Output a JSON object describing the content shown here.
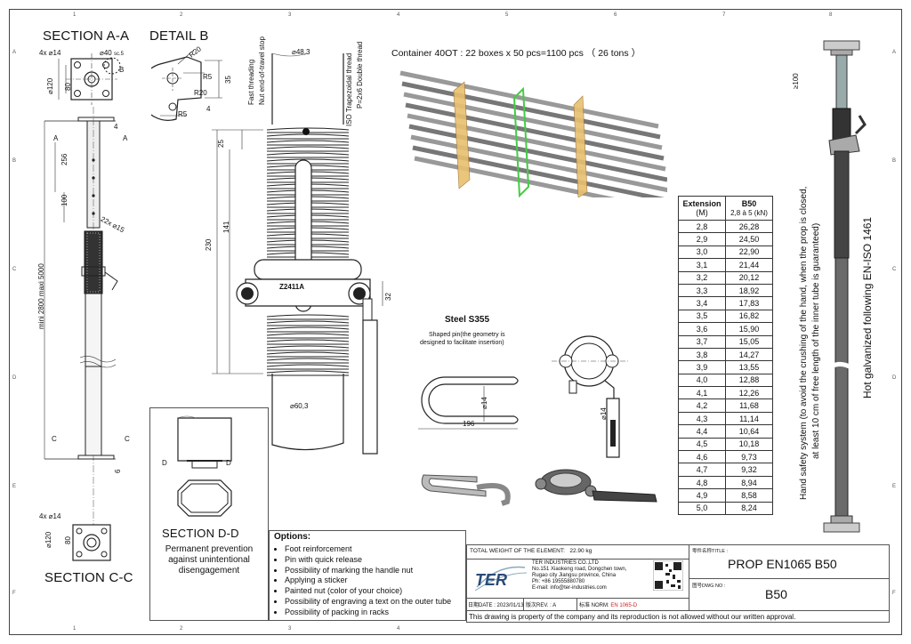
{
  "grid": {
    "columns": [
      "1",
      "2",
      "3",
      "4",
      "5",
      "6",
      "7",
      "8"
    ],
    "rows": [
      "A",
      "B",
      "C",
      "D",
      "E",
      "F"
    ]
  },
  "section_aa": {
    "title": "SECTION A-A",
    "holes": "4x ⌀14",
    "dia": "⌀40",
    "dia_note": "sc.5",
    "dim_120": "⌀120",
    "dim_80": "80",
    "ref_b": "B",
    "marker_a": "A"
  },
  "detail_b": {
    "title": "DETAIL B",
    "r20_top": "R20",
    "r5_a": "R5",
    "r20_mid": "R20",
    "r5_b": "R5",
    "d35": "35",
    "d4": "4"
  },
  "prop_view": {
    "d256": "256",
    "d100": "100",
    "d4": "4",
    "holes": "22x ⌀15",
    "range": "mini 2800 maxi 5000",
    "d6": "6",
    "marker_c": "C"
  },
  "section_cc": {
    "title": "SECTION C-C",
    "holes": "4x ⌀14",
    "dim_120": "⌀120",
    "dim_80": "80"
  },
  "thread_detail": {
    "fast_threading": "Fast threading",
    "nut_stop": "Nut end-of-travel stop",
    "dia_top": "⌀48,3",
    "iso_thread": "ISO Trapezoidal thread",
    "thread_spec": "P=2x6 Double thread",
    "d25": "25",
    "d230": "230",
    "d141": "141",
    "d32": "32",
    "dia_bottom": "⌀60,3",
    "nut_mark": "Z2411A"
  },
  "container": {
    "text": "Container 40OT  : 22 boxes x 50 pcs=1100 pcs （ 26 tons ）"
  },
  "pin": {
    "steel": "Steel S355",
    "note_line1": "Shaped pin(the geometry is",
    "note_line2": "designed to facilitate insertion)",
    "d14": "⌀14",
    "d196": "196",
    "d14_nut": "⌀14"
  },
  "section_dd": {
    "title": "SECTION D-D",
    "marker_d": "D",
    "desc_line1": "Permanent prevention",
    "desc_line2": "against unintentional",
    "desc_line3": "disengagement"
  },
  "options": {
    "title": "Options:",
    "items": [
      "Foot reinforcement",
      "Pin with quick release",
      "Possibility of marking the handle nut",
      "Applying a sticker",
      "Painted nut (color of your choice)",
      "Possibility of engraving a text on the outer tube",
      "Possibility of packing in racks"
    ]
  },
  "table": {
    "head_ext": "Extension",
    "head_ext_unit": "(M)",
    "head_b50": "B50",
    "head_b50_range": "2,8 à 5 (kN)",
    "rows": [
      [
        "2,8",
        "26,28"
      ],
      [
        "2,9",
        "24,50"
      ],
      [
        "3,0",
        "22,90"
      ],
      [
        "3,1",
        "21,44"
      ],
      [
        "3,2",
        "20,12"
      ],
      [
        "3,3",
        "18,92"
      ],
      [
        "3,4",
        "17,83"
      ],
      [
        "3,5",
        "16,82"
      ],
      [
        "3,6",
        "15,90"
      ],
      [
        "3,7",
        "15,05"
      ],
      [
        "3,8",
        "14,27"
      ],
      [
        "3,9",
        "13,55"
      ],
      [
        "4,0",
        "12,88"
      ],
      [
        "4,1",
        "12,26"
      ],
      [
        "4,2",
        "11,68"
      ],
      [
        "4,3",
        "11,14"
      ],
      [
        "4,4",
        "10,64"
      ],
      [
        "4,5",
        "10,18"
      ],
      [
        "4,6",
        "9,73"
      ],
      [
        "4,7",
        "9,32"
      ],
      [
        "4,8",
        "8,94"
      ],
      [
        "4,9",
        "8,58"
      ],
      [
        "5,0",
        "8,24"
      ]
    ]
  },
  "right_notes": {
    "d100": "≥100",
    "safety_line1": "Hand safety system (to avoid the crushing of the hand, when the prop is closed,",
    "safety_line2": "at least 10 cm of free length of the inner tube is guaranteed)",
    "galvanized": "Hot galvanized following EN-ISO 1461"
  },
  "title_block": {
    "weight_label": "TOTAL WEIGHT OF THE ELEMENT:",
    "weight_value": "22.90 kg",
    "company": "TER INDUSTRIES CO.,LTD",
    "address1": "No.151 Xiaokeng road, Dongchen town,",
    "address2": "Rugao city Jiangsu province, China",
    "phone": "Ph: +86 19555880780",
    "email": "E-mail: info@ter-industries.com",
    "logo": "TER",
    "date_label": "日期DATE : 2023/01/13",
    "rev_label": "版次REV. : A",
    "norm_label": "标准 NORM:",
    "norm_value": "EN 1065-D",
    "name_label": "零件名称TITLE :",
    "product_title": "PROP EN1065 B50",
    "dwg_label": "图号DWG NO :",
    "dwg_value": "B50",
    "footer": "This drawing is property of the company and its reproduction is not allowed without our written approval."
  }
}
